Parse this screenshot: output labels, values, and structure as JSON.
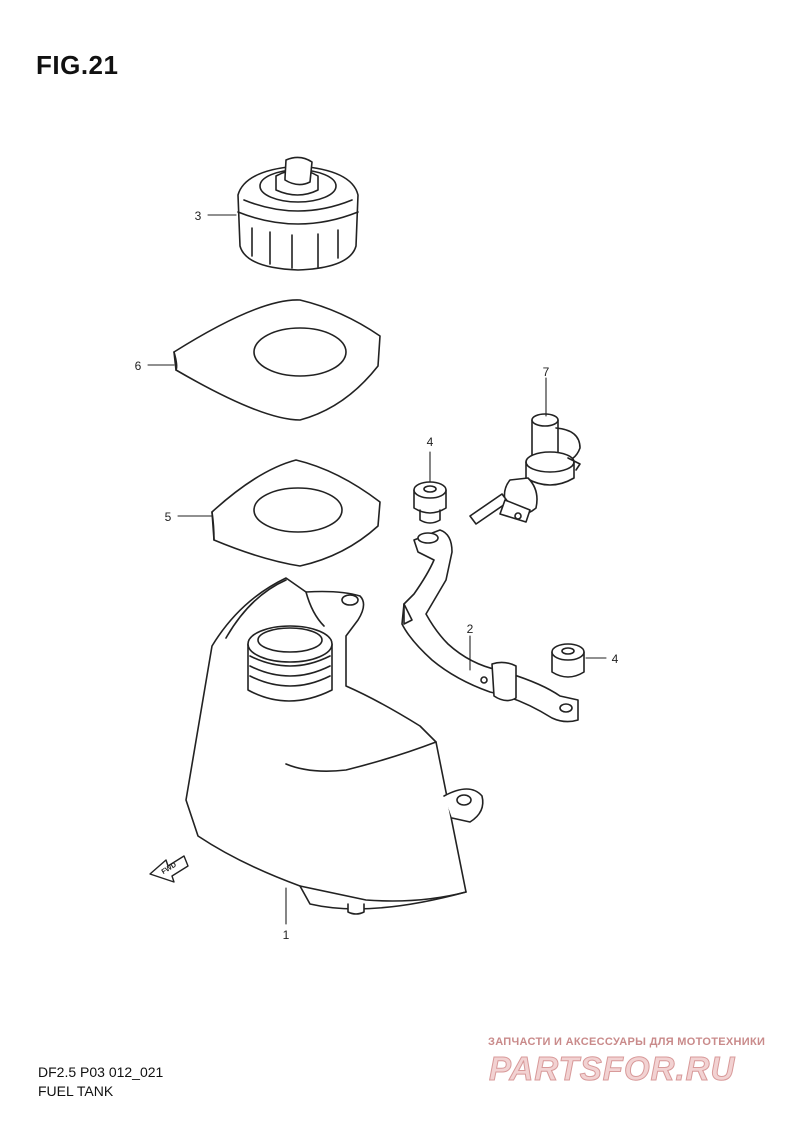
{
  "figure": {
    "title": "FIG.21"
  },
  "callouts": [
    "1",
    "2",
    "3",
    "4",
    "4",
    "5",
    "6",
    "7"
  ],
  "direction_marker": {
    "label": "FWD"
  },
  "caption": {
    "model_code": "DF2.5 P03 012_021",
    "section_name": "FUEL TANK"
  },
  "watermark": {
    "tagline": "ЗАПЧАСТИ И АКСЕССУАРЫ ДЛЯ МОТОТЕХНИКИ",
    "brand": "PARTSFOR.RU"
  },
  "colors": {
    "line": "#222222",
    "paper": "#ffffff",
    "watermark": "#d89a9a"
  }
}
